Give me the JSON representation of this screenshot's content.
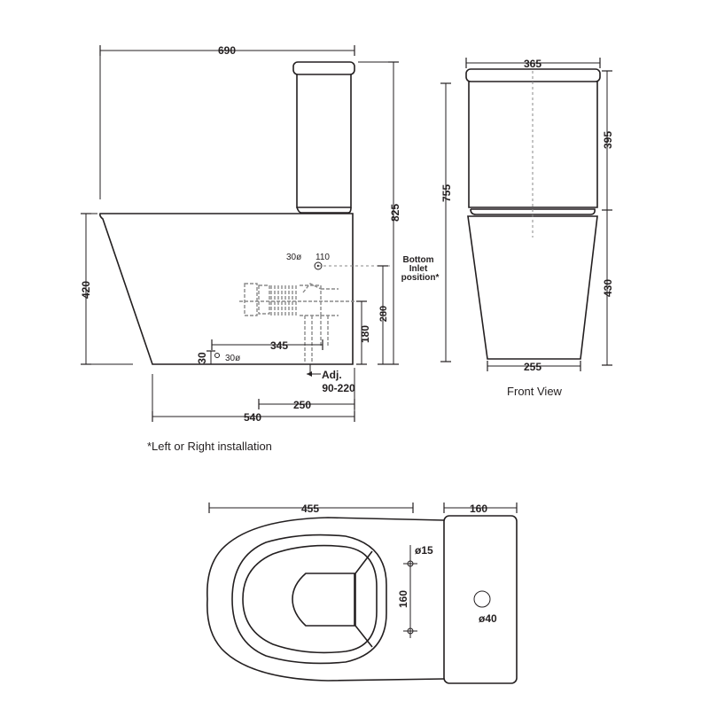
{
  "side_view": {
    "overall_width": "690",
    "overall_height": "825",
    "pan_height": "420",
    "base_depth": "540",
    "outlet_offset": "250",
    "inlet_depth": "345",
    "inlet_height": "280",
    "outlet_height": "180",
    "small_height": "30",
    "inlet_diameter": "30ø",
    "inlet_offset": "110",
    "outlet_diameter": "30ø",
    "adjustment_label": "Adj.",
    "adjustment_range": "90-220",
    "bottom_inlet_label": [
      "Bottom",
      "Inlet",
      "position*"
    ]
  },
  "front_view": {
    "caption": "Front View",
    "cistern_width": "365",
    "overall_height": "755",
    "cistern_height": "395",
    "pan_height": "430",
    "base_width": "255"
  },
  "installation_note": "*Left or Right installation",
  "top_view": {
    "bowl_length": "455",
    "cistern_depth": "160",
    "hole_spacing": "160",
    "fixing_hole_diameter": "ø15",
    "inlet_diameter": "ø40"
  }
}
